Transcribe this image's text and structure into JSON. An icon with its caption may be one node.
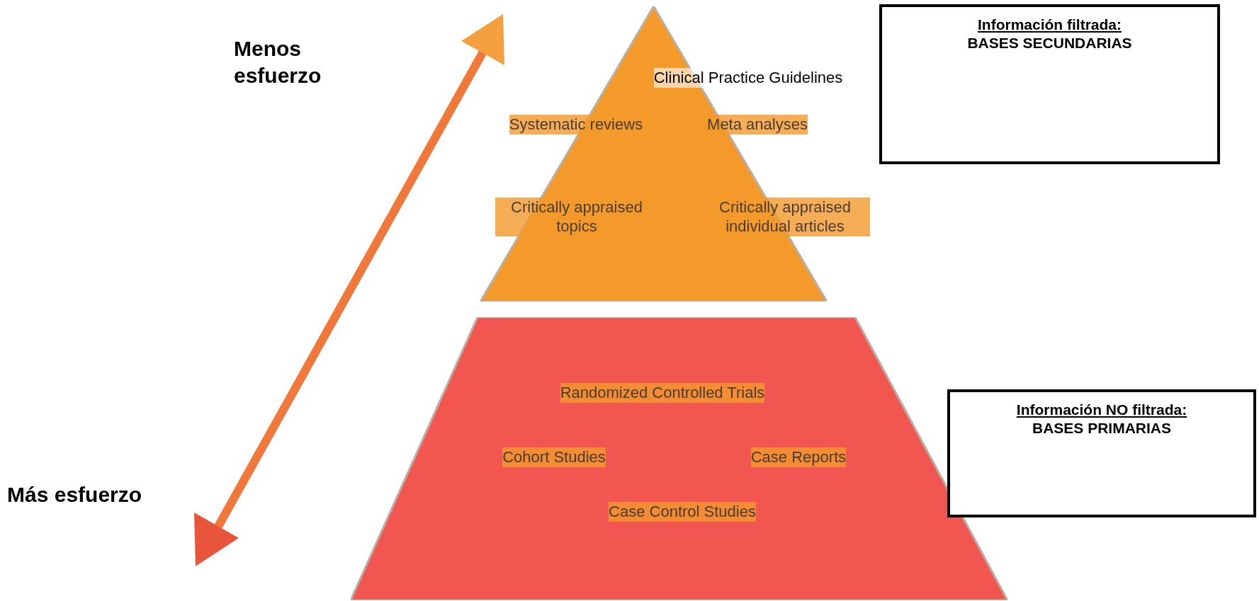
{
  "diagram": {
    "nodes": [
      {
        "text": [
          "Clinical Practice Guidelines",
          "Systematic reviews",
          "Meta analyses",
          "Critically appraised topics",
          "Critically appraised individual articles"
        ]
      },
      {
        "text": [
          "Randomized Controlled Trials",
          "Cohort Studies",
          "Case Reports",
          "Case Control Studies"
        ]
      },
      {
        "text": [
          "Información filtrada:",
          "BASES SECUNDARIAS"
        ]
      },
      {
        "text": [
          "Información NO filtrada:",
          "BASES PRIMARIAS"
        ]
      }
    ],
    "edges": [],
    "labels": [
      "Menos esfuerzo",
      "Más esfuerzo"
    ]
  }
}
